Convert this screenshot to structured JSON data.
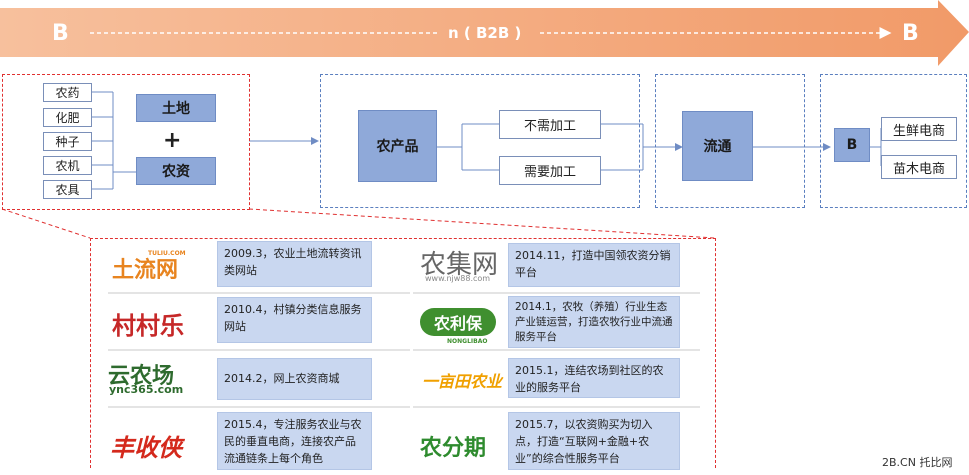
{
  "header": {
    "left": "B",
    "middle": "n ( B2B )",
    "right": "B"
  },
  "inputs": [
    "农药",
    "化肥",
    "种子",
    "农机",
    "农具"
  ],
  "land": {
    "label": "土地",
    "plus": "+",
    "assets": "农资"
  },
  "product": {
    "label": "农产品",
    "options": [
      "不需加工",
      "需要加工"
    ]
  },
  "circulation": {
    "label": "流通"
  },
  "buyer": {
    "label": "B",
    "channels": [
      "生鲜电商",
      "苗木电商"
    ]
  },
  "companies": [
    {
      "logo": "土流网",
      "logo_sub": "TULIU.COM",
      "desc": "2009.3，农业土地流转资讯类网站"
    },
    {
      "logo": "村村乐",
      "logo_sub": "",
      "desc": "2010.4，村镇分类信息服务网站"
    },
    {
      "logo": "云农场",
      "logo_sub": "ync365.com",
      "desc": "2014.2，网上农资商城"
    },
    {
      "logo": "丰收侠",
      "logo_sub": "",
      "desc": "2015.4，专注服务农业与农民的垂直电商，连接农产品流通链条上每个角色"
    },
    {
      "logo": "农集网",
      "logo_sub": "www.njw88.com",
      "desc": "2014.11，打造中国领农资分销平台"
    },
    {
      "logo": "农利保",
      "logo_sub": "NONGLIBAO",
      "desc": "2014.1，农牧（养殖）行业生态产业链运营，打造农牧行业中流通服务平台"
    },
    {
      "logo": "一亩田农业",
      "logo_sub": "",
      "desc": "2015.1，连结农场到社区的农业的服务平台"
    },
    {
      "logo": "农分期",
      "logo_sub": "",
      "desc": "2015.7，以农资购买为切入点，打造“互联网+金融+农业”的综合性服务平台"
    }
  ],
  "watermark": "2B.CN 托比网",
  "colors": {
    "arrow": "#f0a57a",
    "box": "#8fa9d9",
    "info": "#c9d7f0",
    "red": "#e03030",
    "dash": "#5b7fbf"
  }
}
